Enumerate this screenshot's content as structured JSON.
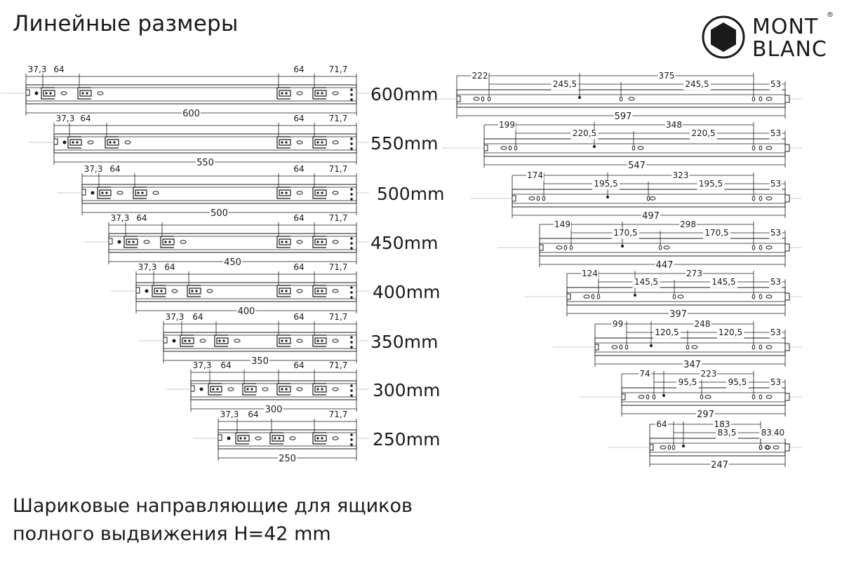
{
  "title": "Линейные размеры",
  "subtitle_lines": [
    "Шариковые направляющие для ящиков",
    "полного выдвижения H=42 mm"
  ],
  "logo": {
    "word1": "MONT",
    "word2": "BLANC",
    "registered": "®",
    "icon": "hexagon-icon"
  },
  "colors": {
    "line": "#1a1a1a",
    "guide": "#bdbdbd"
  },
  "left_column": [
    {
      "size_label": "600mm",
      "length": "600",
      "dim_a": "37,3",
      "dim_b": "64",
      "dim_c": "64",
      "dim_d": "71,7"
    },
    {
      "size_label": "550mm",
      "length": "550",
      "dim_a": "37,3",
      "dim_b": "64",
      "dim_c": "64",
      "dim_d": "71,7"
    },
    {
      "size_label": "500mm",
      "length": "500",
      "dim_a": "37,3",
      "dim_b": "64",
      "dim_c": "64",
      "dim_d": "71,7"
    },
    {
      "size_label": "450mm",
      "length": "450",
      "dim_a": "37,3",
      "dim_b": "64",
      "dim_c": "64",
      "dim_d": "71,7"
    },
    {
      "size_label": "400mm",
      "length": "400",
      "dim_a": "37,3",
      "dim_b": "64",
      "dim_c": "64",
      "dim_d": "71,7"
    },
    {
      "size_label": "350mm",
      "length": "350",
      "dim_a": "37,3",
      "dim_b": "64",
      "dim_c": "64",
      "dim_d": "71,7"
    },
    {
      "size_label": "300mm",
      "length": "300",
      "dim_a": "37,3",
      "dim_b": "64",
      "dim_c": "64",
      "dim_d": "71,7"
    },
    {
      "size_label": "250mm",
      "length": "250",
      "dim_a": "37,3",
      "dim_b": "64",
      "dim_c": "",
      "dim_d": "71,7"
    }
  ],
  "right_column": [
    {
      "total": "597",
      "first": "222",
      "span": "375",
      "half_left": "245,5",
      "half_right": "245,5",
      "end": "53"
    },
    {
      "total": "547",
      "first": "199",
      "span": "348",
      "half_left": "220,5",
      "half_right": "220,5",
      "end": "53"
    },
    {
      "total": "497",
      "first": "174",
      "span": "323",
      "half_left": "195,5",
      "half_right": "195,5",
      "end": "53"
    },
    {
      "total": "447",
      "first": "149",
      "span": "298",
      "half_left": "170,5",
      "half_right": "170,5",
      "end": "53"
    },
    {
      "total": "397",
      "first": "124",
      "span": "273",
      "half_left": "145,5",
      "half_right": "145,5",
      "end": "53"
    },
    {
      "total": "347",
      "first": "99",
      "span": "248",
      "half_left": "120,5",
      "half_right": "120,5",
      "end": "53"
    },
    {
      "total": "297",
      "first": "74",
      "span": "223",
      "half_left": "95,5",
      "half_right": "95,5",
      "end": "53"
    },
    {
      "total": "247",
      "first": "64",
      "span": "183",
      "half_left": "83,5",
      "half_right": "83,5",
      "end": "40"
    }
  ]
}
